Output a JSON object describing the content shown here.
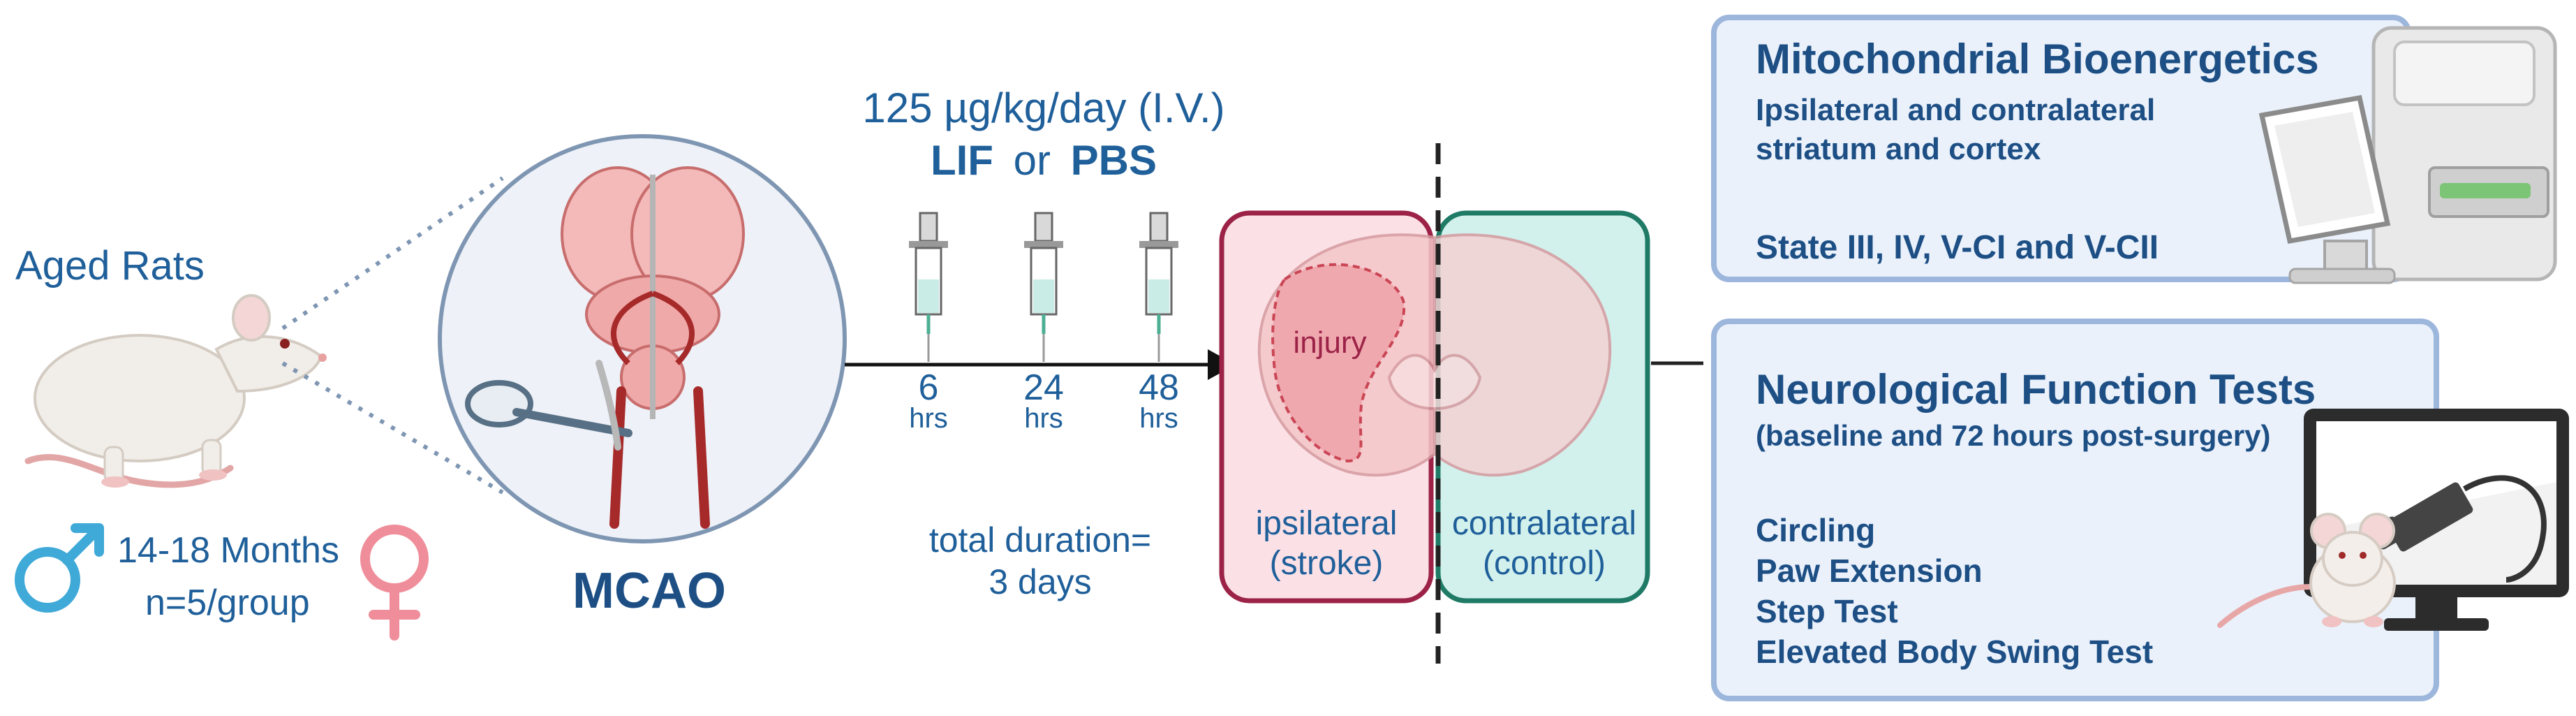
{
  "colors": {
    "text_blue": "#1f5f9a",
    "male_symbol": "#3fa9d8",
    "female_symbol": "#ef8e9a",
    "ipsilateral_border": "#9c2347",
    "ipsilateral_fill": "#fbe1e6",
    "contralateral_border": "#1f7a66",
    "contralateral_fill": "#d3f1ec",
    "panel_border": "#9db6dc",
    "panel_fill": "#eaf1fb"
  },
  "subjects": {
    "title": "Aged Rats",
    "age": "14-18 Months",
    "group_size": "n=5/group",
    "male_icon": "male-symbol-icon",
    "female_icon": "female-symbol-icon"
  },
  "surgery": {
    "label": "MCAO"
  },
  "treatment": {
    "dose": "125 µg/kg/day (I.V.)",
    "agent_a": "LIF",
    "connector": "or",
    "agent_b": "PBS",
    "injections": [
      {
        "value": "6",
        "unit": "hrs"
      },
      {
        "value": "24",
        "unit": "hrs"
      },
      {
        "value": "48",
        "unit": "hrs"
      }
    ],
    "duration_line1": "total duration=",
    "duration_line2": "3 days"
  },
  "brain_section": {
    "injury_label": "injury",
    "ipsilateral_line1": "ipsilateral",
    "ipsilateral_line2": "(stroke)",
    "contralateral_line1": "contralateral",
    "contralateral_line2": "(control)"
  },
  "mito_panel": {
    "title": "Mitochondrial Bioenergetics",
    "subtitle_line1": "Ipsilateral and contralateral",
    "subtitle_line2": "striatum and cortex",
    "states": "State III, IV, V-CI and V-CII"
  },
  "neuro_panel": {
    "title": "Neurological Function Tests",
    "subtitle": "(baseline and 72 hours post-surgery)",
    "tests": [
      "Circling",
      "Paw Extension",
      "Step Test",
      "Elevated Body Swing Test"
    ]
  }
}
